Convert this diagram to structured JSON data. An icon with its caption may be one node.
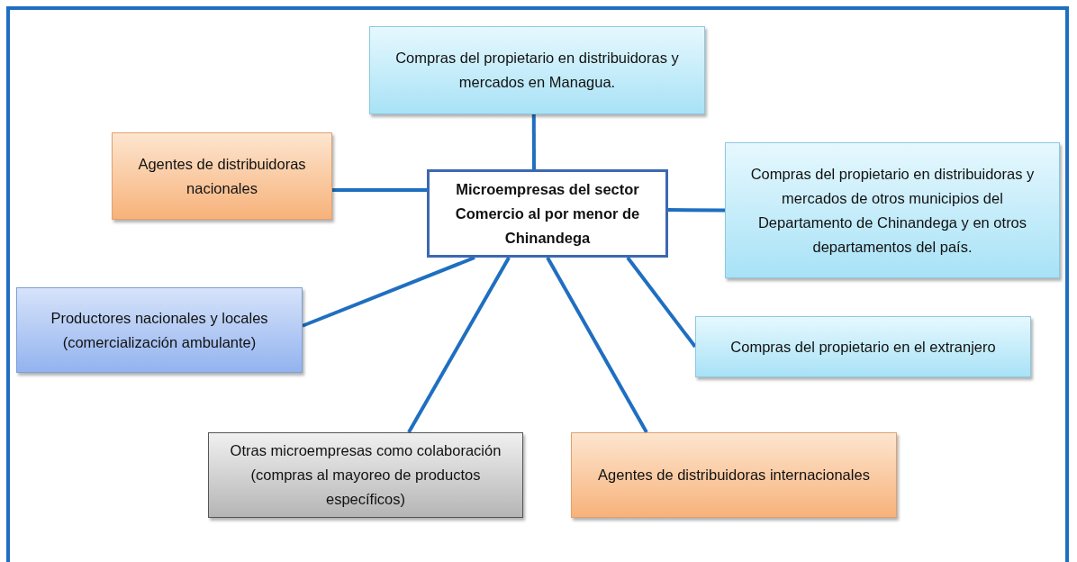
{
  "diagram": {
    "nodes": [
      {
        "text": [
          "Microempresas del sector Comercio al por menor de Chinandega"
        ]
      },
      {
        "text": [
          "Compras  del propietario en distribuidoras y mercados en Managua."
        ]
      },
      {
        "text": [
          "Agentes de distribuidoras nacionales"
        ]
      },
      {
        "text": [
          "Compras  del propietario en distribuidoras y mercados  de otros municipios del Departamento de Chinandega  y en otros departamentos del país."
        ]
      },
      {
        "text": [
          "Productores nacionales y locales (comercialización ambulante)"
        ]
      },
      {
        "text": [
          "Compras  del propietario en el extranjero"
        ]
      },
      {
        "text": [
          "Otras microempresas como colaboración (compras al mayoreo de productos específicos)"
        ]
      },
      {
        "text": [
          "Agentes de distribuidoras internacionales"
        ]
      }
    ],
    "edges": [
      {
        "from": 0,
        "to": 1,
        "arrow": "none"
      },
      {
        "from": 0,
        "to": 2,
        "arrow": "none"
      },
      {
        "from": 0,
        "to": 3,
        "arrow": "none"
      },
      {
        "from": 0,
        "to": 4,
        "arrow": "none"
      },
      {
        "from": 0,
        "to": 5,
        "arrow": "none"
      },
      {
        "from": 0,
        "to": 6,
        "arrow": "none"
      },
      {
        "from": 0,
        "to": 7,
        "arrow": "none"
      }
    ]
  }
}
